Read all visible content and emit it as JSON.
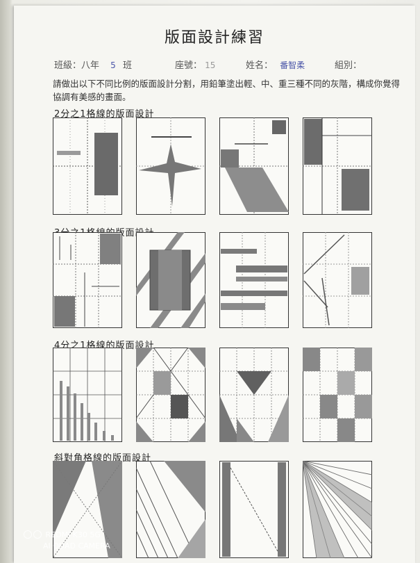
{
  "worksheet": {
    "title": "版面設計練習",
    "class_label": "班級：八年",
    "class_value": "5",
    "class_suffix": "班",
    "seat_label": "座號：",
    "seat_value": "15",
    "name_label": "姓名：",
    "name_value": "番智柔",
    "group_label": "組別：",
    "instructions": "請做出以下不同比例的版面設計分割，用鉛筆塗出輕、中、重三種不同的灰階，構成你覺得協調有美感的畫面。",
    "sections": [
      {
        "label": "2分之1格線的版面設計"
      },
      {
        "label": "3分之1格線的版面設計"
      },
      {
        "label": "4分之1格線的版面設計"
      },
      {
        "label": "斜對角格線的版面設計"
      }
    ]
  },
  "camera_watermark": {
    "line1": "REDMI K30 5G",
    "line2": "AI QUAD CAMERA"
  },
  "colors": {
    "pencil_dark": "#4a4a4a",
    "pencil_mid": "#8a8a8a",
    "pencil_light": "#b8b8b8",
    "paper": "#f6f6f2"
  }
}
